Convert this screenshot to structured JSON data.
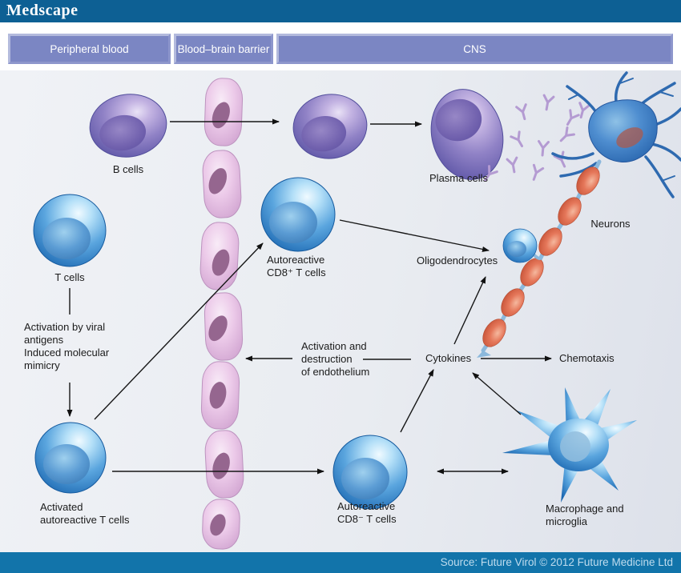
{
  "brand": {
    "logo": "Medscape"
  },
  "header": {
    "sections": [
      {
        "label": "Peripheral blood"
      },
      {
        "label": "Blood–brain barrier"
      },
      {
        "label": "CNS"
      }
    ]
  },
  "diagram": {
    "labels": {
      "b_cells": "B cells",
      "plasma_cells": "Plasma cells",
      "neurons": "Neurons",
      "t_cells": "T cells",
      "activation_viral": "Activation by viral\nantigens\nInduced molecular\nmimicry",
      "autoreactive_cd8_pos": "Autoreactive\nCD8⁺ T cells",
      "oligodendrocytes": "Oligodendrocytes",
      "endothelium": "Activation and\ndestruction\nof endothelium",
      "cytokines": "Cytokines",
      "chemotaxis": "Chemotaxis",
      "activated_t": "Activated\nautoreactive T cells",
      "autoreactive_cd8_neg": "Autoreactive\nCD8⁻ T cells",
      "macrophage": "Macrophage and\nmicroglia"
    }
  },
  "footer": {
    "source": "Source: Future Virol © 2012 Future Medicine Ltd"
  },
  "colors": {
    "topbar": "#0d6094",
    "header_box": "#7b86c3",
    "header_box_border": "#a9b1da",
    "footer_bar": "#1274aa",
    "diagram_bg": "#e9ecf1",
    "purple_cell": "#7a6cb4",
    "blue_cell": "#2f7fc4",
    "endothelial_pink": "#e7c6e5",
    "myelin_red": "#d4573a",
    "antibody_purple": "#b49bd2"
  }
}
